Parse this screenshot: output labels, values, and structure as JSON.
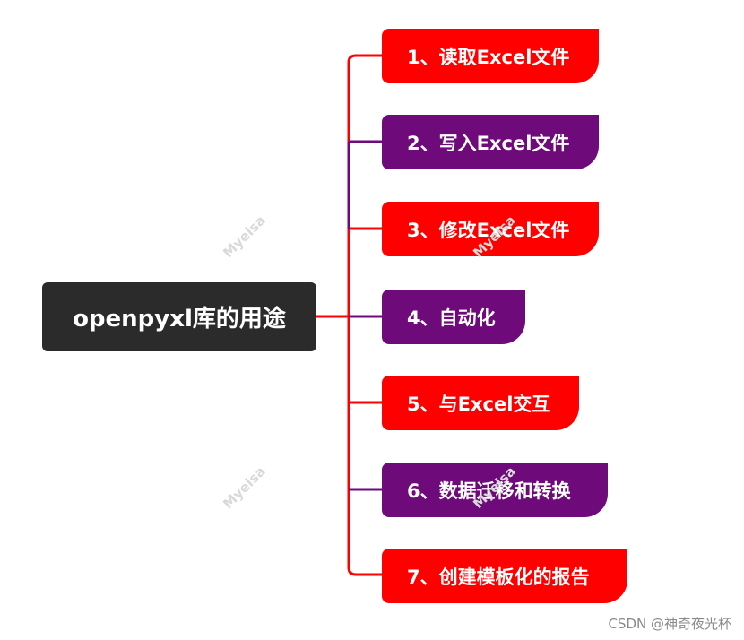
{
  "root": {
    "label": "openpyxl库的用途"
  },
  "branches": [
    {
      "label": "1、读取Excel文件",
      "color": "#ff0000"
    },
    {
      "label": "2、写入Excel文件",
      "color": "#6e0a7a"
    },
    {
      "label": "3、修改Excel文件",
      "color": "#ff0000"
    },
    {
      "label": "4、自动化",
      "color": "#6e0a7a"
    },
    {
      "label": "5、与Excel交互",
      "color": "#ff0000"
    },
    {
      "label": "6、数据迁移和转换",
      "color": "#6e0a7a"
    },
    {
      "label": "7、创建模板化的报告",
      "color": "#ff0000"
    }
  ],
  "watermarks": [
    "Myelsa",
    "Myelsa",
    "Myelsa",
    "Myelsa"
  ],
  "credit": "CSDN @神奇夜光杯",
  "colors": {
    "root_bg": "#2b2b2b",
    "red": "#ff0000",
    "purple": "#6e0a7a"
  }
}
